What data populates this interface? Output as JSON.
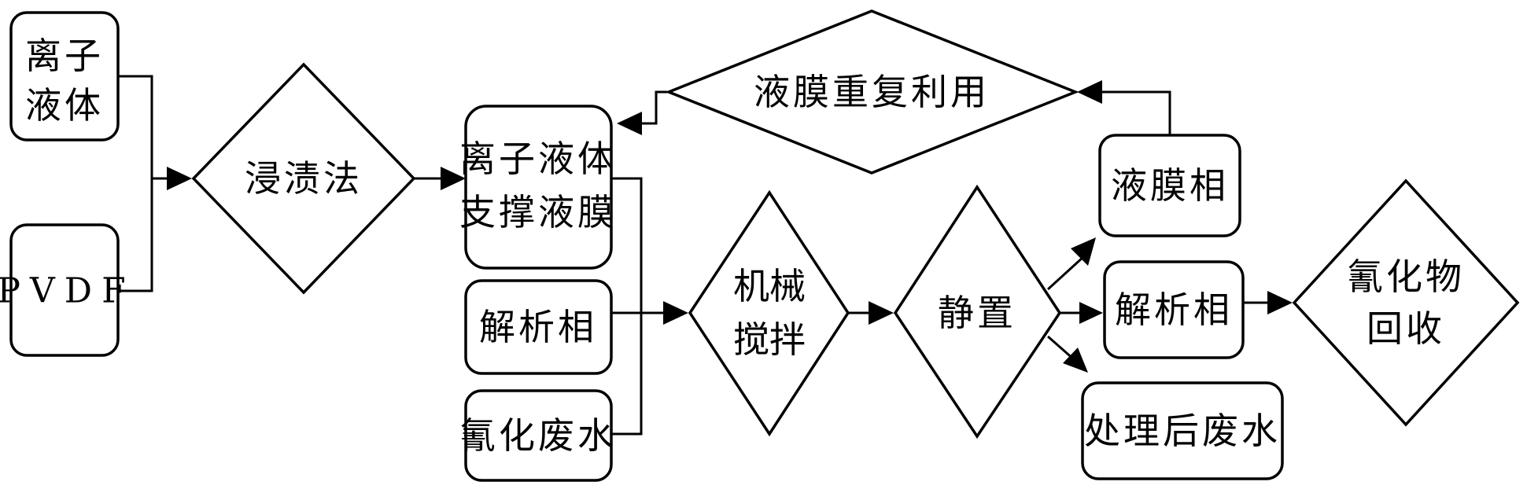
{
  "nodes": {
    "ionic_liquid": {
      "line1": "离子",
      "line2": "液体"
    },
    "pvdf": {
      "label": "PVDF"
    },
    "impregnation": {
      "label": "浸渍法"
    },
    "supported_membrane": {
      "line1": "离子液体",
      "line2": "支撑液膜"
    },
    "stripping_phase_in": {
      "label": "解析相"
    },
    "cyanide_wastewater": {
      "label": "氰化废水"
    },
    "mechanical_stirring": {
      "line1": "机械",
      "line2": "搅拌"
    },
    "settling": {
      "label": "静置"
    },
    "membrane_phase": {
      "label": "液膜相"
    },
    "membrane_reuse": {
      "label": "液膜重复利用"
    },
    "stripping_phase_out": {
      "label": "解析相"
    },
    "treated_wastewater": {
      "label": "处理后废水"
    },
    "cyanide_recovery": {
      "line1": "氰化物",
      "line2": "回收"
    }
  },
  "colors": {
    "stroke": "#000000",
    "background": "#ffffff"
  }
}
